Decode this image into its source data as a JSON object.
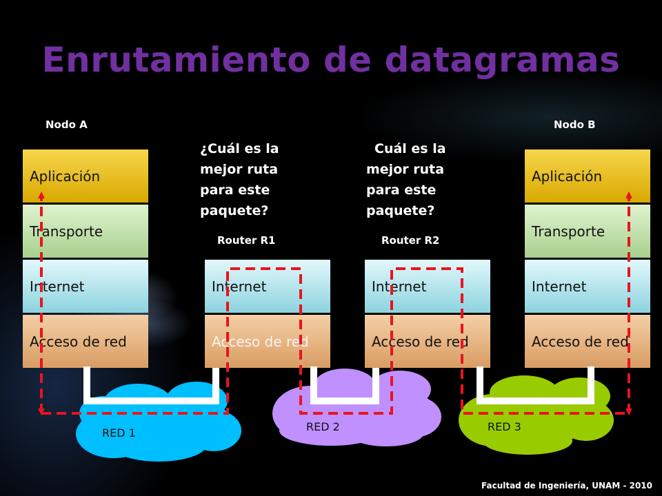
{
  "title": "Enrutamiento de datagramas",
  "nodes": {
    "a": {
      "label": "Nodo A",
      "layers": [
        "Aplicación",
        "Transporte",
        "Internet",
        "Acceso de red"
      ]
    },
    "b": {
      "label": "Nodo B",
      "layers": [
        "Aplicación",
        "Transporte",
        "Internet",
        "Acceso de red"
      ]
    }
  },
  "routers": {
    "r1": {
      "label": "Router R1",
      "layers": [
        "Internet",
        "Acceso de red"
      ],
      "question": [
        "¿Cuál es la",
        "mejor ruta",
        "para este",
        "paquete?"
      ]
    },
    "r2": {
      "label": "Router R2",
      "layers": [
        "Internet",
        "Acceso de red"
      ],
      "question": [
        "Cuál es la",
        "mejor ruta",
        "para este",
        "paquete?"
      ]
    }
  },
  "networks": [
    {
      "label": "RED 1",
      "color": "#00bfff"
    },
    {
      "label": "RED 2",
      "color": "#c090ff"
    },
    {
      "label": "RED 3",
      "color": "#99cc00"
    }
  ],
  "path_color": "#e8141e",
  "footer": "Facultad de Ingeniería, UNAM - 2010"
}
